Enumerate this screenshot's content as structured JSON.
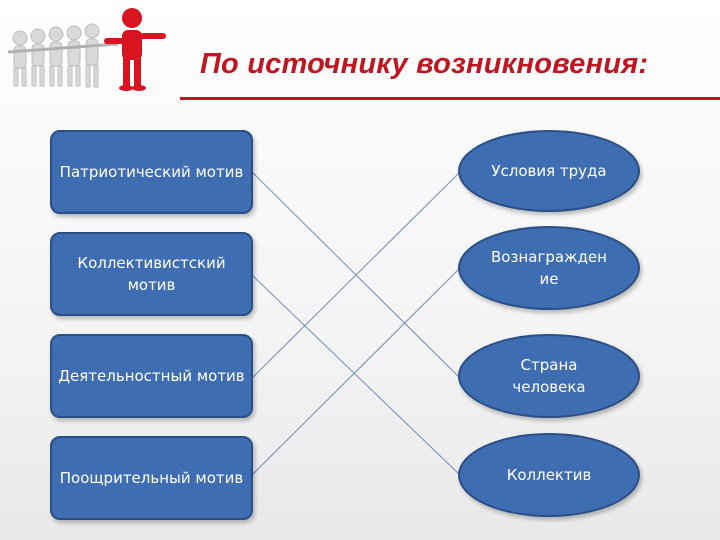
{
  "slide": {
    "title": "По источнику возникновения:",
    "accent_color": "#c01622",
    "node_color": "#3f6db1",
    "logo_icon": "leader-figures-icon"
  },
  "diagram": {
    "left_nodes": [
      "Патриотический мотив",
      "Коллективистский мотив",
      "Деятельностный мотив",
      "Поощрительный мотив"
    ],
    "right_nodes": [
      "Условия труда",
      "Вознагражден ие",
      "Страна человека",
      "Коллектив"
    ],
    "connections": [
      {
        "from": "Патриотический мотив",
        "to": "Страна человека"
      },
      {
        "from": "Коллективистский мотив",
        "to": "Коллектив"
      },
      {
        "from": "Деятельностный мотив",
        "to": "Условия труда"
      },
      {
        "from": "Поощрительный мотив",
        "to": "Вознагражден ие"
      }
    ]
  }
}
